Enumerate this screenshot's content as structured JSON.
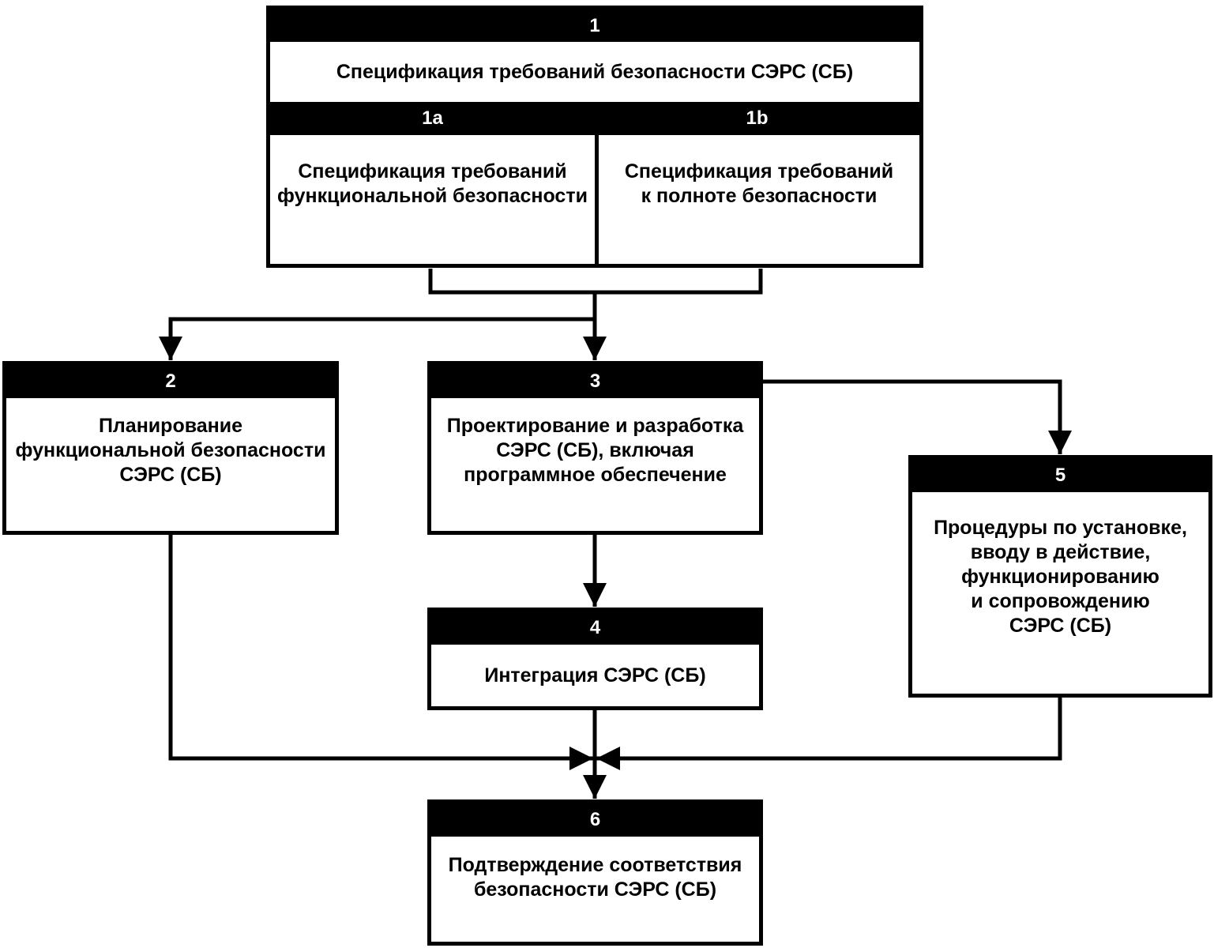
{
  "boxes": {
    "b1": {
      "number": "1",
      "text": "Спецификация требований безопасности СЭРС (СБ)"
    },
    "b1a": {
      "number": "1a",
      "text": "Спецификация требований\nфункциональной безопасности"
    },
    "b1b": {
      "number": "1b",
      "text": "Спецификация требований\nк полноте безопасности"
    },
    "b2": {
      "number": "2",
      "text": "Планирование\nфункциональной безопасности\nСЭРС (СБ)"
    },
    "b3": {
      "number": "3",
      "text": "Проектирование и разработка\nСЭРС (СБ), включая\nпрограммное обеспечение"
    },
    "b4": {
      "number": "4",
      "text": "Интеграция СЭРС (СБ)"
    },
    "b5": {
      "number": "5",
      "text": "Процедуры по установке,\nвводу в действие,\nфункционированию\nи сопровождению\nСЭРС (СБ)"
    },
    "b6": {
      "number": "6",
      "text": "Подтверждение соответствия\nбезопасности СЭРС (СБ)"
    }
  },
  "flows": [
    {
      "from": "1",
      "to": "2"
    },
    {
      "from": "1",
      "to": "3"
    },
    {
      "from": "3",
      "to": "4"
    },
    {
      "from": "3",
      "to": "5"
    },
    {
      "from": "2",
      "to": "6"
    },
    {
      "from": "4",
      "to": "6"
    },
    {
      "from": "5",
      "to": "6"
    }
  ],
  "colors": {
    "line": "#000000",
    "header_bg": "#000000",
    "header_text": "#ffffff",
    "box_bg": "#ffffff"
  }
}
